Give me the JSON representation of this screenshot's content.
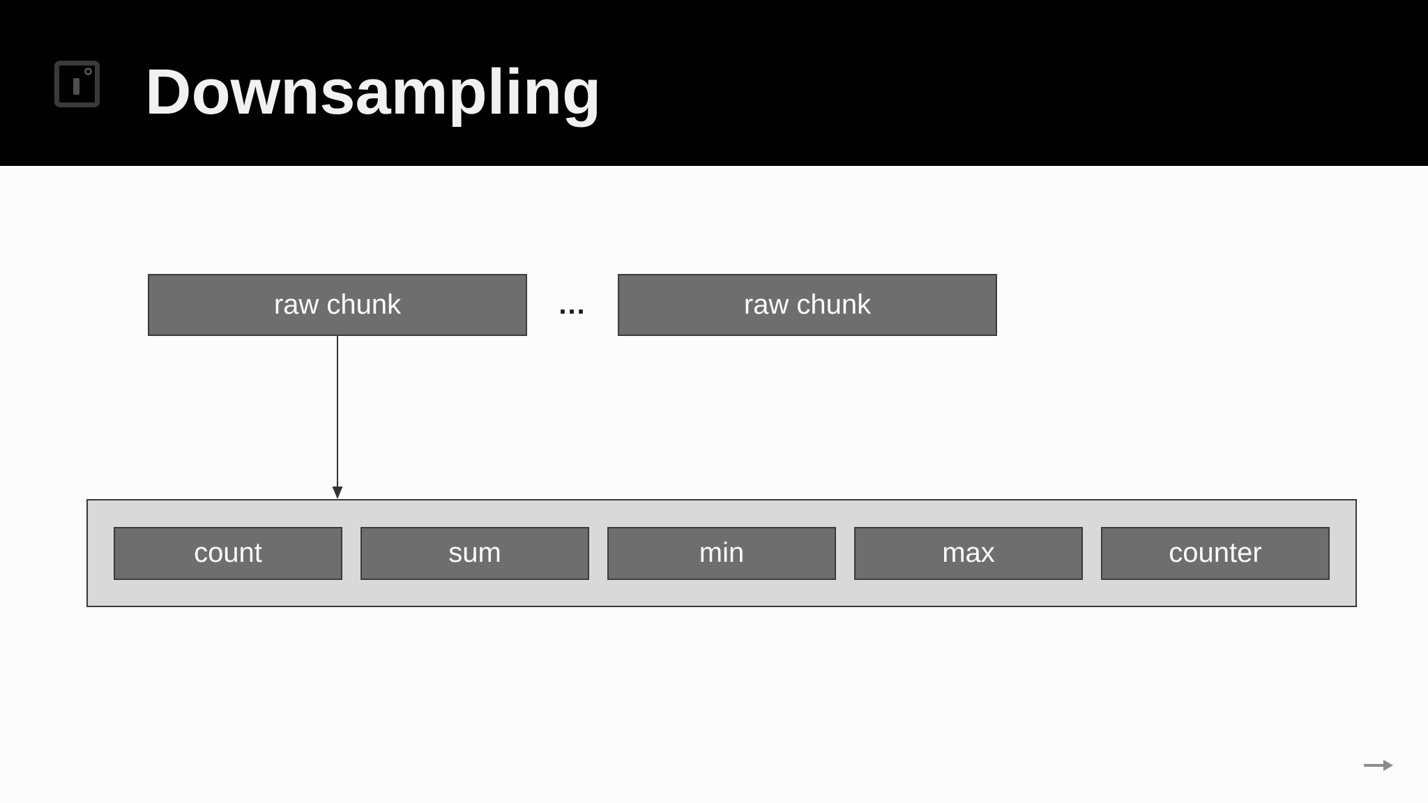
{
  "header": {
    "title": "Downsampling",
    "logo_icon": "influxdata-logo-icon"
  },
  "diagram": {
    "raw_chunks": [
      {
        "label": "raw chunk"
      },
      {
        "label": "raw chunk"
      }
    ],
    "ellipsis": "...",
    "connector_icon": "down-arrow-icon",
    "downsample_group": {
      "aggregates": [
        {
          "label": "count"
        },
        {
          "label": "sum"
        },
        {
          "label": "min"
        },
        {
          "label": "max"
        },
        {
          "label": "counter"
        }
      ]
    }
  },
  "footer": {
    "next_icon": "right-arrow-icon"
  },
  "colors": {
    "slide_bg": "#fcfcfc",
    "header_bg": "#000000",
    "title_text": "#f1f1f1",
    "logo_border": "#3a3a3a",
    "logo_glyph": "#4f4f4f",
    "box_fill": "#6e6e6e",
    "box_border": "#3b3b3b",
    "box_text": "#fafafa",
    "group_fill": "#d9d9d9",
    "group_border": "#383838",
    "connector": "#333333",
    "ellipsis_text": "#1c1c1c",
    "next_arrow": "#8c8c8c"
  }
}
